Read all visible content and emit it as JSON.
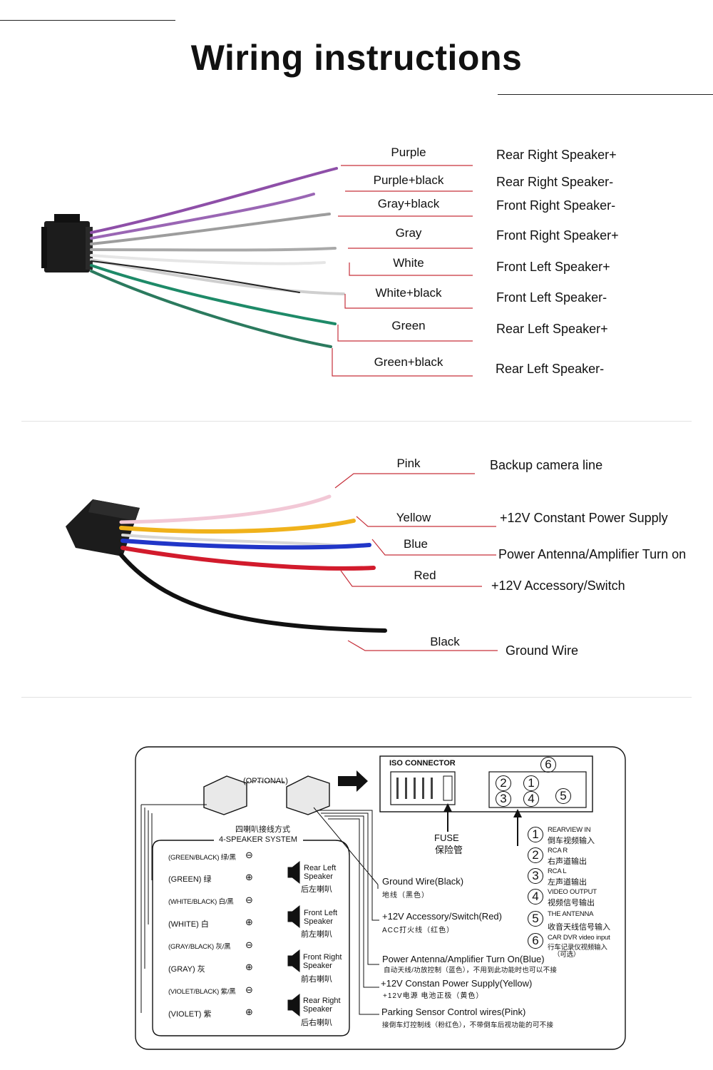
{
  "title": "Wiring instructions",
  "section1": {
    "wires": [
      {
        "color_name": "Purple",
        "function": "Rear Right Speaker+"
      },
      {
        "color_name": "Purple+black",
        "function": "Rear Right Speaker-"
      },
      {
        "color_name": "Gray+black",
        "function": "Front Right Speaker-"
      },
      {
        "color_name": "Gray",
        "function": "Front Right Speaker+"
      },
      {
        "color_name": "White",
        "function": "Front Left Speaker+"
      },
      {
        "color_name": "White+black",
        "function": "Front Left Speaker-"
      },
      {
        "color_name": "Green",
        "function": "Rear Left Speaker+"
      },
      {
        "color_name": "Green+black",
        "function": "Rear Left Speaker-"
      }
    ]
  },
  "section2": {
    "wires": [
      {
        "color_name": "Pink",
        "function": "Backup camera line"
      },
      {
        "color_name": "Yellow",
        "function": "+12V Constant Power Supply"
      },
      {
        "color_name": "Blue",
        "function": "Power Antenna/Amplifier Turn on"
      },
      {
        "color_name": "Red",
        "function": "+12V Accessory/Switch"
      },
      {
        "color_name": "Black",
        "function": "Ground Wire"
      }
    ]
  },
  "label": {
    "optional": "(OPTIONAL)",
    "iso_connector": "ISO CONNECTOR",
    "fuse": "FUSE",
    "fuse_cn": "保险管",
    "system_cn": "四喇叭接线方式",
    "system": "4-SPEAKER SYSTEM",
    "speaker_wires": [
      {
        "label": "(GREEN/BLACK) 绿/黑",
        "sign": "⊖"
      },
      {
        "label": "(GREEN) 绿",
        "sign": "⊕"
      },
      {
        "label": "(WHITE/BLACK) 白/黑",
        "sign": "⊖"
      },
      {
        "label": "(WHITE) 白",
        "sign": "⊕"
      },
      {
        "label": "(GRAY/BLACK) 灰/黑",
        "sign": "⊖"
      },
      {
        "label": "(GRAY) 灰",
        "sign": "⊕"
      },
      {
        "label": "(VIOLET/BLACK) 紫/黑",
        "sign": "⊖"
      },
      {
        "label": "(VIOLET) 紫",
        "sign": "⊕"
      }
    ],
    "speakers": [
      {
        "en1": "Rear Left",
        "en2": "Speaker",
        "cn": "后左喇叭"
      },
      {
        "en1": "Front Left",
        "en2": "Speaker",
        "cn": "前左喇叭"
      },
      {
        "en1": "Front Right",
        "en2": "Speaker",
        "cn": "前右喇叭"
      },
      {
        "en1": "Rear Right",
        "en2": "Speaker",
        "cn": "后右喇叭"
      }
    ],
    "power_wires": [
      {
        "en": "Ground  Wire(Black)",
        "cn": "地线（黑色）"
      },
      {
        "en": "+12V Accessory/Switch(Red)",
        "cn": "ACC打火线（红色）"
      },
      {
        "en": "Power Antenna/Amplifier Turn On(Blue)",
        "cn": "自动天线/功放控制（蓝色），不用到此功能时也可以不接"
      },
      {
        "en": "+12V Constan Power Supply(Yellow)",
        "cn": "+12V电源 电池正极（黄色）"
      },
      {
        "en": "Parking Sensor Control wires(Pink)",
        "cn": "接倒车灯控制线（粉红色），不带倒车后视功能的可不接"
      }
    ],
    "rca": [
      {
        "num": "1",
        "en": "REARVIEW IN",
        "cn": "倒车视频输入"
      },
      {
        "num": "2",
        "en": "RCA R",
        "cn": "右声道输出"
      },
      {
        "num": "3",
        "en": "RCA L",
        "cn": "左声道输出"
      },
      {
        "num": "4",
        "en": "VIDEO OUTPUT",
        "cn": "视频信号输出"
      },
      {
        "num": "5",
        "en": "THE ANTENNA",
        "cn": "收音天线信号输入"
      },
      {
        "num": "6",
        "en": "CAR DVR video input",
        "cn": "行车记录仪视频输入",
        "note": "（可选）"
      }
    ],
    "panel_nums": [
      "6",
      "2",
      "1",
      "3",
      "4",
      "5"
    ]
  }
}
